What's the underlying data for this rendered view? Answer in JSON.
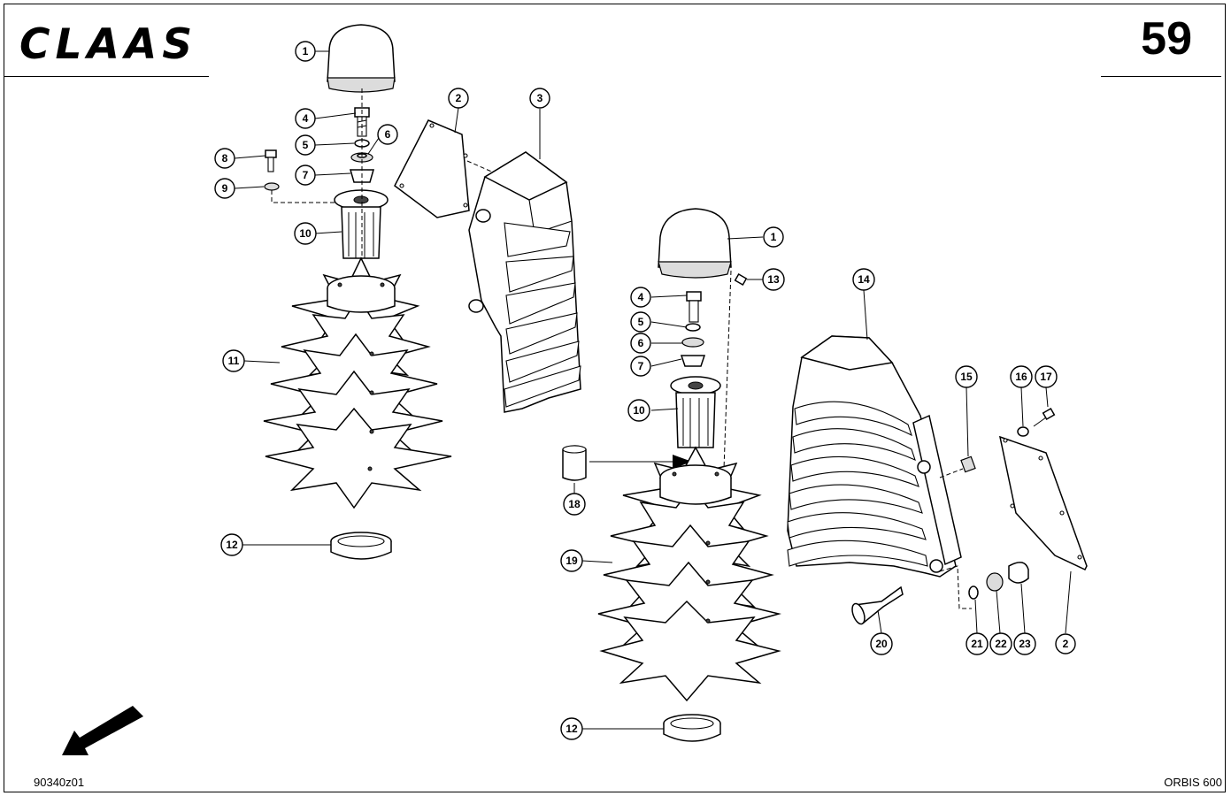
{
  "header": {
    "brand": "CLAAS",
    "page_number": "59"
  },
  "footer": {
    "drawing_code": "90340z01",
    "model": "ORBIS 600"
  },
  "callouts": [
    {
      "id": "c1a",
      "label": "1"
    },
    {
      "id": "c2a",
      "label": "2"
    },
    {
      "id": "c3",
      "label": "3"
    },
    {
      "id": "c4a",
      "label": "4"
    },
    {
      "id": "c5a",
      "label": "5"
    },
    {
      "id": "c6a",
      "label": "6"
    },
    {
      "id": "c7a",
      "label": "7"
    },
    {
      "id": "c8",
      "label": "8"
    },
    {
      "id": "c9",
      "label": "9"
    },
    {
      "id": "c10a",
      "label": "10"
    },
    {
      "id": "c11",
      "label": "11"
    },
    {
      "id": "c12a",
      "label": "12"
    },
    {
      "id": "c1b",
      "label": "1"
    },
    {
      "id": "c13",
      "label": "13"
    },
    {
      "id": "c4b",
      "label": "4"
    },
    {
      "id": "c5b",
      "label": "5"
    },
    {
      "id": "c6b",
      "label": "6"
    },
    {
      "id": "c7b",
      "label": "7"
    },
    {
      "id": "c10b",
      "label": "10"
    },
    {
      "id": "c18",
      "label": "18"
    },
    {
      "id": "c19",
      "label": "19"
    },
    {
      "id": "c12b",
      "label": "12"
    },
    {
      "id": "c14",
      "label": "14"
    },
    {
      "id": "c15",
      "label": "15"
    },
    {
      "id": "c16",
      "label": "16"
    },
    {
      "id": "c17",
      "label": "17"
    },
    {
      "id": "c20",
      "label": "20"
    },
    {
      "id": "c21",
      "label": "21"
    },
    {
      "id": "c22",
      "label": "22"
    },
    {
      "id": "c23",
      "label": "23"
    },
    {
      "id": "c2b",
      "label": "2"
    }
  ]
}
